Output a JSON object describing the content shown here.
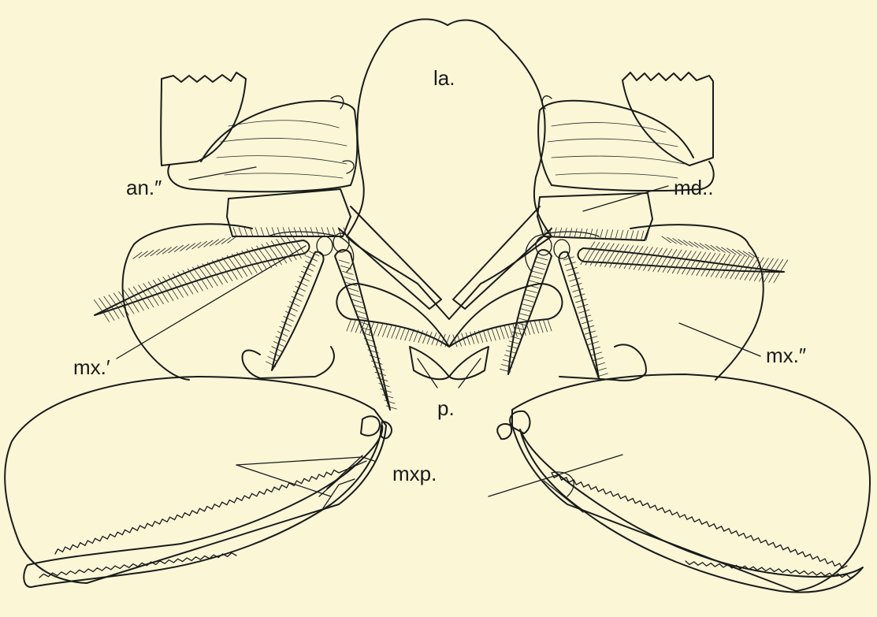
{
  "figure": {
    "background": "#faf6d6",
    "ink": "#1a1a1a",
    "labels": {
      "la": "la.",
      "an": "an.″",
      "md": "md..",
      "mx1": "mx.′",
      "mx2": "mx.″",
      "p": "p.",
      "mxp": "mxp."
    }
  }
}
